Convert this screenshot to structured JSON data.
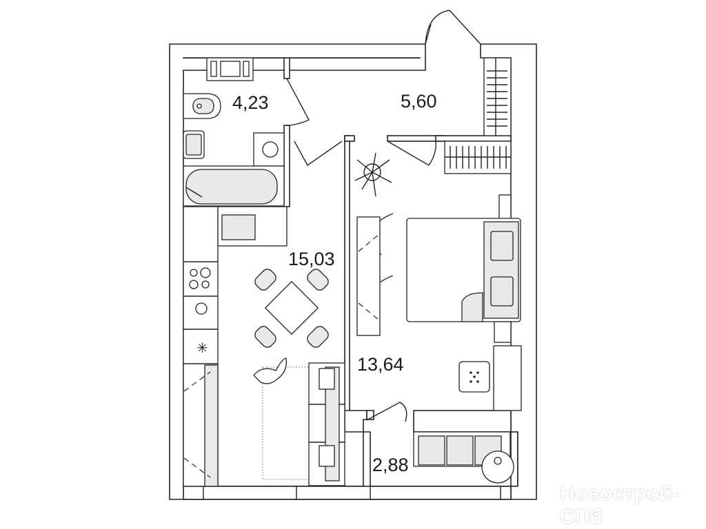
{
  "plan": {
    "rooms": [
      {
        "name": "bathroom",
        "area": "4,23"
      },
      {
        "name": "hallway",
        "area": "5,60"
      },
      {
        "name": "kitchen-living",
        "area": "15,03"
      },
      {
        "name": "bedroom",
        "area": "13,64"
      },
      {
        "name": "balcony",
        "area": "2,88"
      }
    ]
  },
  "watermark": "Новострой-СПб",
  "colors": {
    "stroke": "#222222",
    "furniture_fill": "#e9e9e9",
    "background": "#ffffff"
  }
}
